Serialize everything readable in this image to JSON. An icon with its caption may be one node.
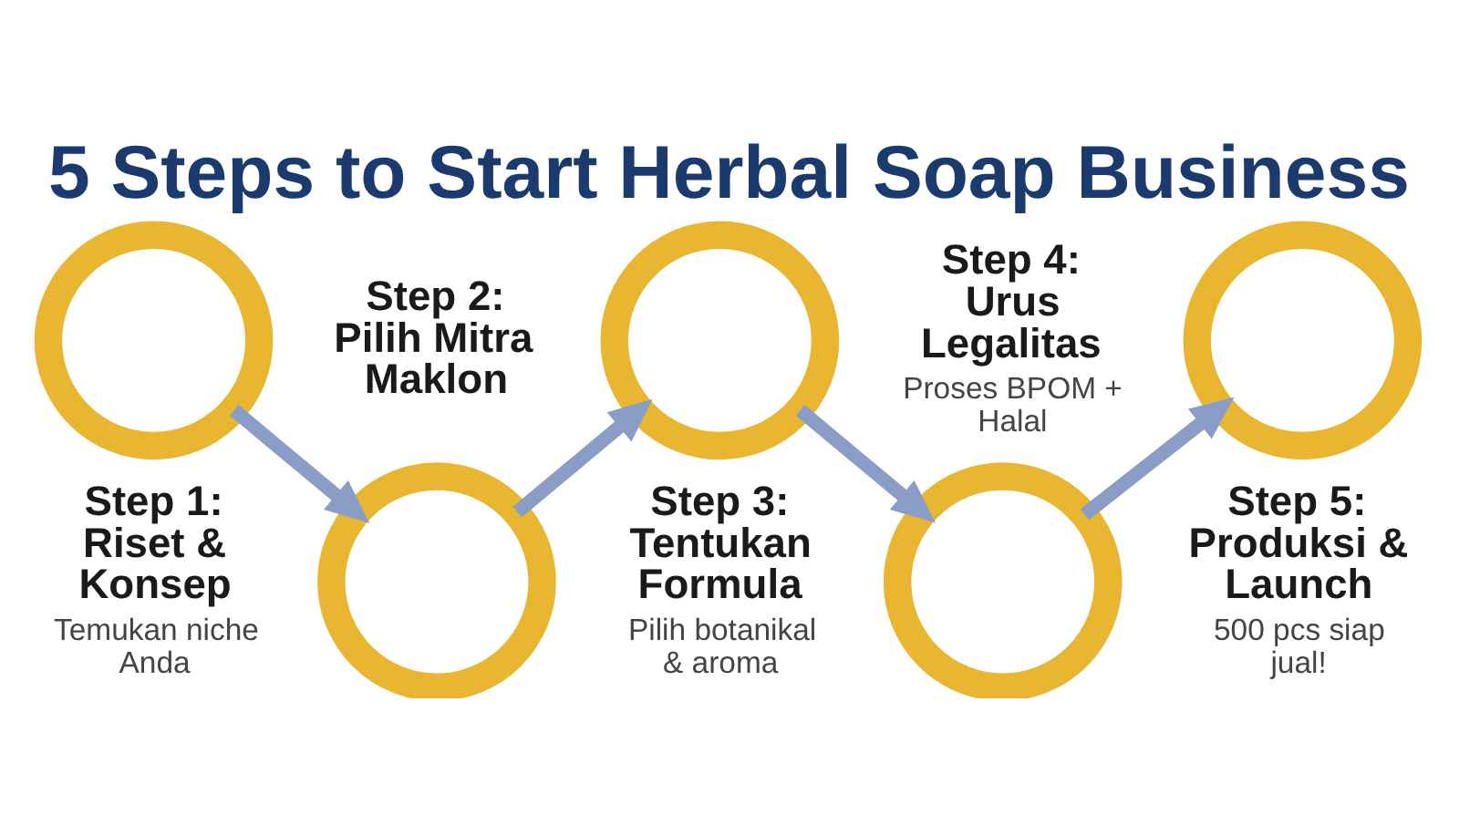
{
  "diagram": {
    "title": "5 Steps to Start Herbal Soap Business",
    "nodes": [
      {
        "text": [],
        "shape": "circle",
        "beside": [
          "Step 1: Riset & Konsep",
          "Temukan niche Anda"
        ]
      },
      {
        "text": [],
        "shape": "circle",
        "beside": [
          "Step 2: Pilih Mitra Maklon"
        ]
      },
      {
        "text": [],
        "shape": "circle",
        "beside": [
          "Step 3: Tentukan Formula",
          "Pilih botanikal & aroma"
        ]
      },
      {
        "text": [],
        "shape": "circle",
        "beside": [
          "Step 4: Urus Legalitas",
          "Proses BPOM + Halal"
        ]
      },
      {
        "text": [],
        "shape": "circle",
        "beside": [
          "Step 5: Produksi & Launch",
          "500 pcs siap jual!"
        ]
      }
    ],
    "edges": [
      {
        "from": 0,
        "to": 1,
        "arrow": "to"
      },
      {
        "from": 1,
        "to": 2,
        "arrow": "to"
      },
      {
        "from": 2,
        "to": 3,
        "arrow": "to"
      },
      {
        "from": 3,
        "to": 4,
        "arrow": "to"
      }
    ]
  }
}
